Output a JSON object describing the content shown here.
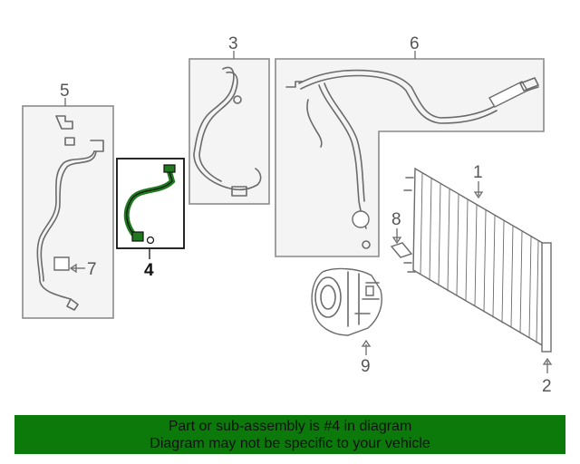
{
  "diagram": {
    "callouts": {
      "c1": "1",
      "c2": "2",
      "c3": "3",
      "c4": "4",
      "c5": "5",
      "c6": "6",
      "c7": "7",
      "c8": "8",
      "c9": "9"
    },
    "highlighted_part": "4",
    "colors": {
      "highlight": "#1f7a1f",
      "banner": "#0b7a0b",
      "outline": "#6b6b6b"
    }
  },
  "banner": {
    "line1": "Part or sub-assembly is #4 in diagram",
    "line2": "Diagram may not be specific to your vehicle"
  }
}
